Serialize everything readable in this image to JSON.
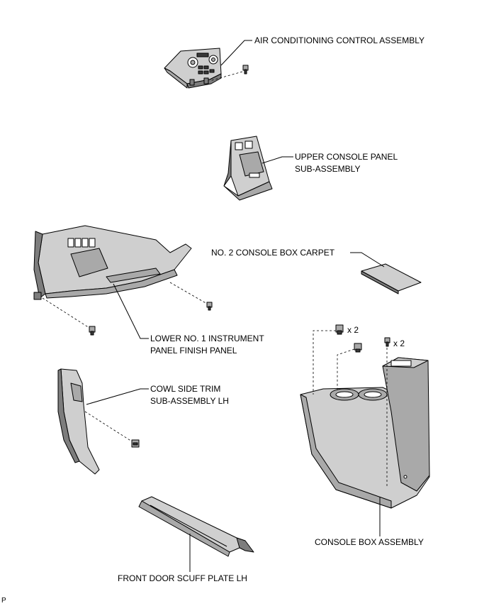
{
  "labels": {
    "ac_control": "AIR CONDITIONING CONTROL ASSEMBLY",
    "upper_console_1": "UPPER CONSOLE PANEL",
    "upper_console_2": "SUB-ASSEMBLY",
    "console_carpet": "NO. 2 CONSOLE BOX CARPET",
    "lower_panel_1": "LOWER NO. 1 INSTRUMENT",
    "lower_panel_2": "PANEL FINISH PANEL",
    "cowl_trim_1": "COWL SIDE TRIM",
    "cowl_trim_2": "SUB-ASSEMBLY LH",
    "console_box": "CONSOLE BOX ASSEMBLY",
    "scuff_plate": "FRONT DOOR SCUFF PLATE LH",
    "qty_clip": "x 2",
    "qty_screw": "x 2",
    "corner_code": "P"
  }
}
